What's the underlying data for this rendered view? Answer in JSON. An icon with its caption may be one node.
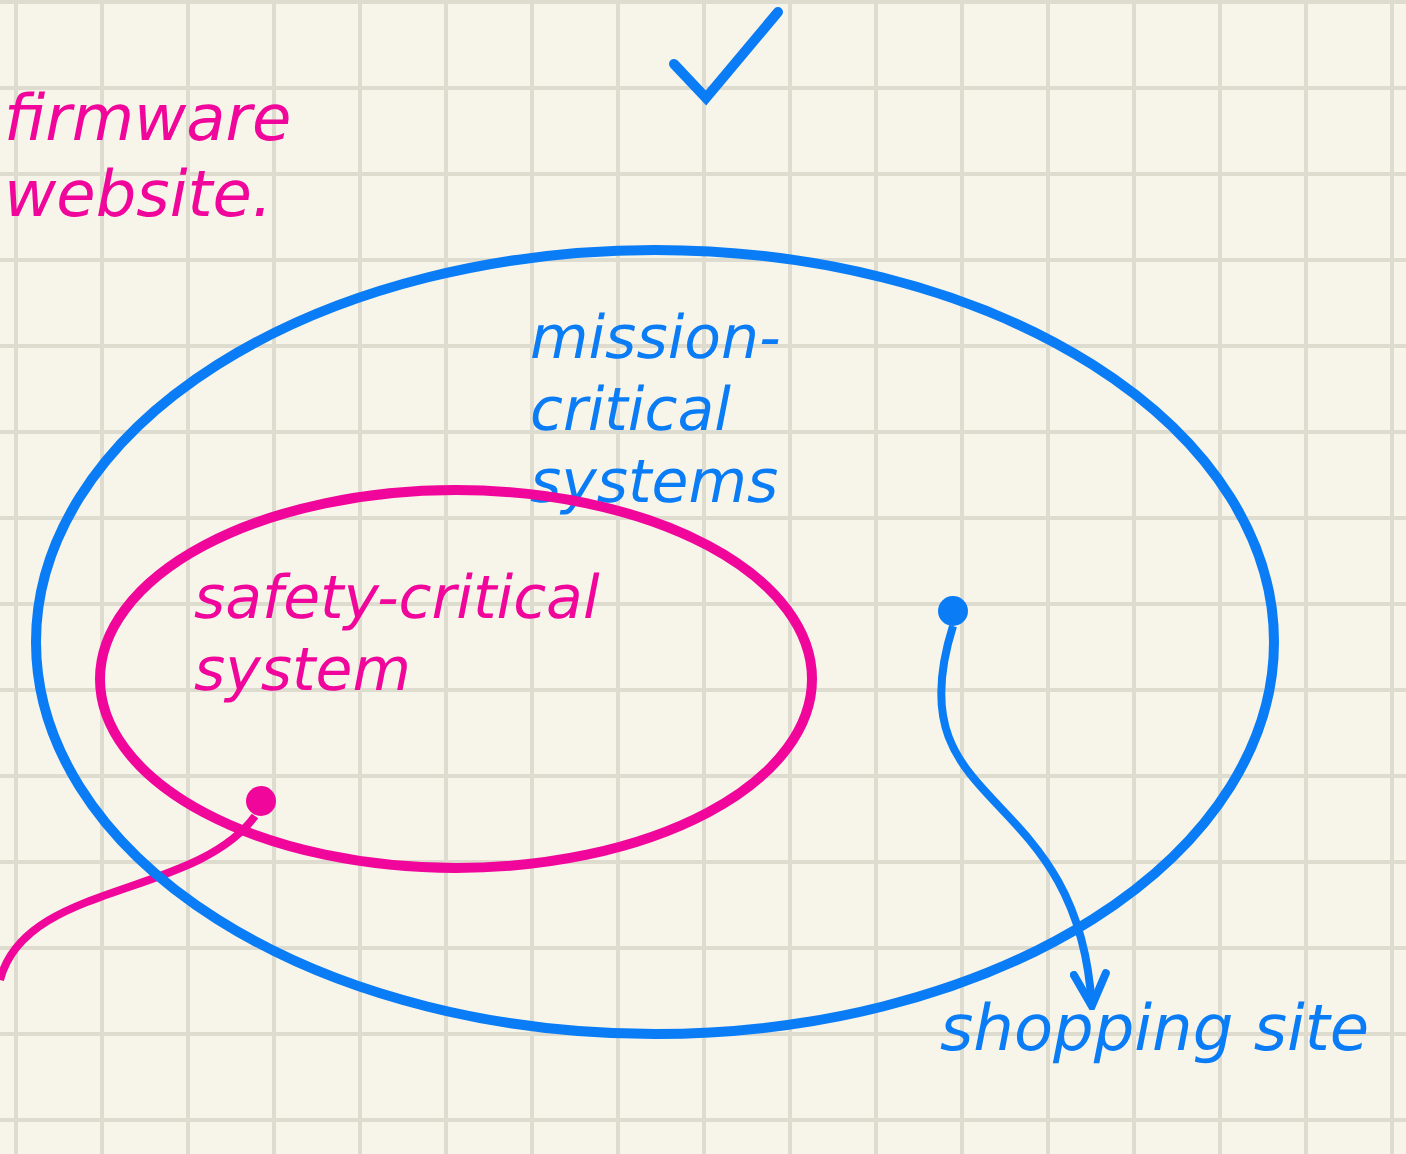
{
  "diagram": {
    "nodes": [
      {
        "text": [
          "mission-critical systems"
        ]
      },
      {
        "text": [
          "safety-critical system"
        ],
        "in": 0
      },
      {
        "text": [],
        "shape": "circle",
        "in": 0
      },
      {
        "text": [],
        "shape": "circle",
        "in": 1
      },
      {
        "text": [
          "shopping site"
        ]
      },
      {
        "text": [
          "firmware website."
        ]
      }
    ],
    "edges": [
      {
        "from": 2,
        "to": 4,
        "arrow": "to",
        "color": "#0a7cf5"
      },
      {
        "from": 3,
        "to": null,
        "arrow": "none",
        "color": "#f0069a"
      }
    ]
  }
}
